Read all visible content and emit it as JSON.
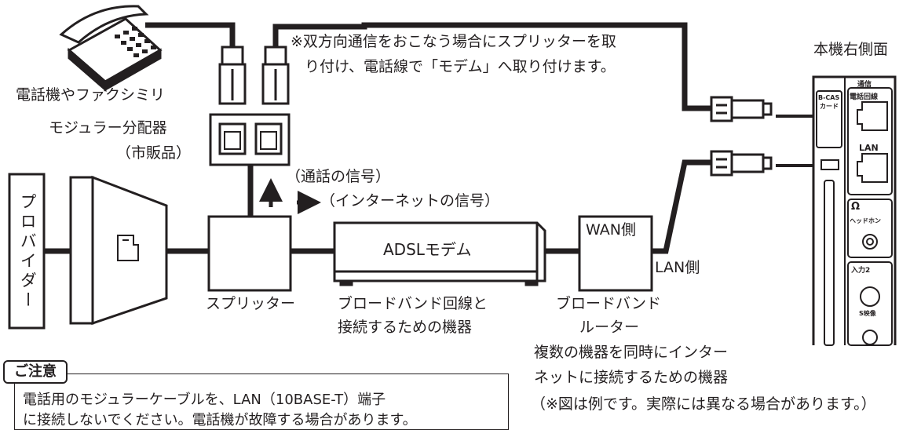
{
  "labels": {
    "phone": "電話機やファクシミリ",
    "splitter_note_line1": "※双方向通信をおこなう場合にスプリッターを取",
    "splitter_note_line2": "り付け、電話線で「モデム」へ取り付けます。",
    "device_side": "本機右側面",
    "modular_divider": "モジュラー分配器",
    "modular_divider_sub": "（市販品）",
    "signal_call": "（通話の信号）",
    "signal_internet": "（インターネットの信号）",
    "provider": "プロバイダー",
    "adsl_modem": "ADSLモデム",
    "wan_side": "WAN側",
    "lan_side": "LAN側",
    "splitter": "スプリッター",
    "adsl_desc_line1": "ブロードバンド回線と",
    "adsl_desc_line2": "接続するための機器",
    "router_line1": "ブロードバンド",
    "router_line2": "ルーター",
    "router_desc_line1": "複数の機器を同時にインター",
    "router_desc_line2": "ネットに接続するための機器",
    "example_note": "（※図は例です。実際には異なる場合があります。）"
  },
  "notice": {
    "title": "ご注意",
    "line1": "電話用のモジュラーケーブルを、LAN（10BASE-T）端子",
    "line2": "に接続しないでください。電話機が故障する場合があります。"
  },
  "panel": {
    "bcas": "B-CAS",
    "card": "カード",
    "tsushin": "通信",
    "phone_line": "電話回線",
    "lan": "LAN",
    "headphone_symbol": "Ω",
    "headphone": "ヘッドホン",
    "input2": "入力2",
    "s_video": "S映像"
  },
  "icons": [
    "telephone-icon",
    "arrow-up-icon",
    "arrow-right-icon",
    "modular-jack-icon"
  ],
  "colors": {
    "line": "#231f20",
    "background": "#ffffff"
  }
}
